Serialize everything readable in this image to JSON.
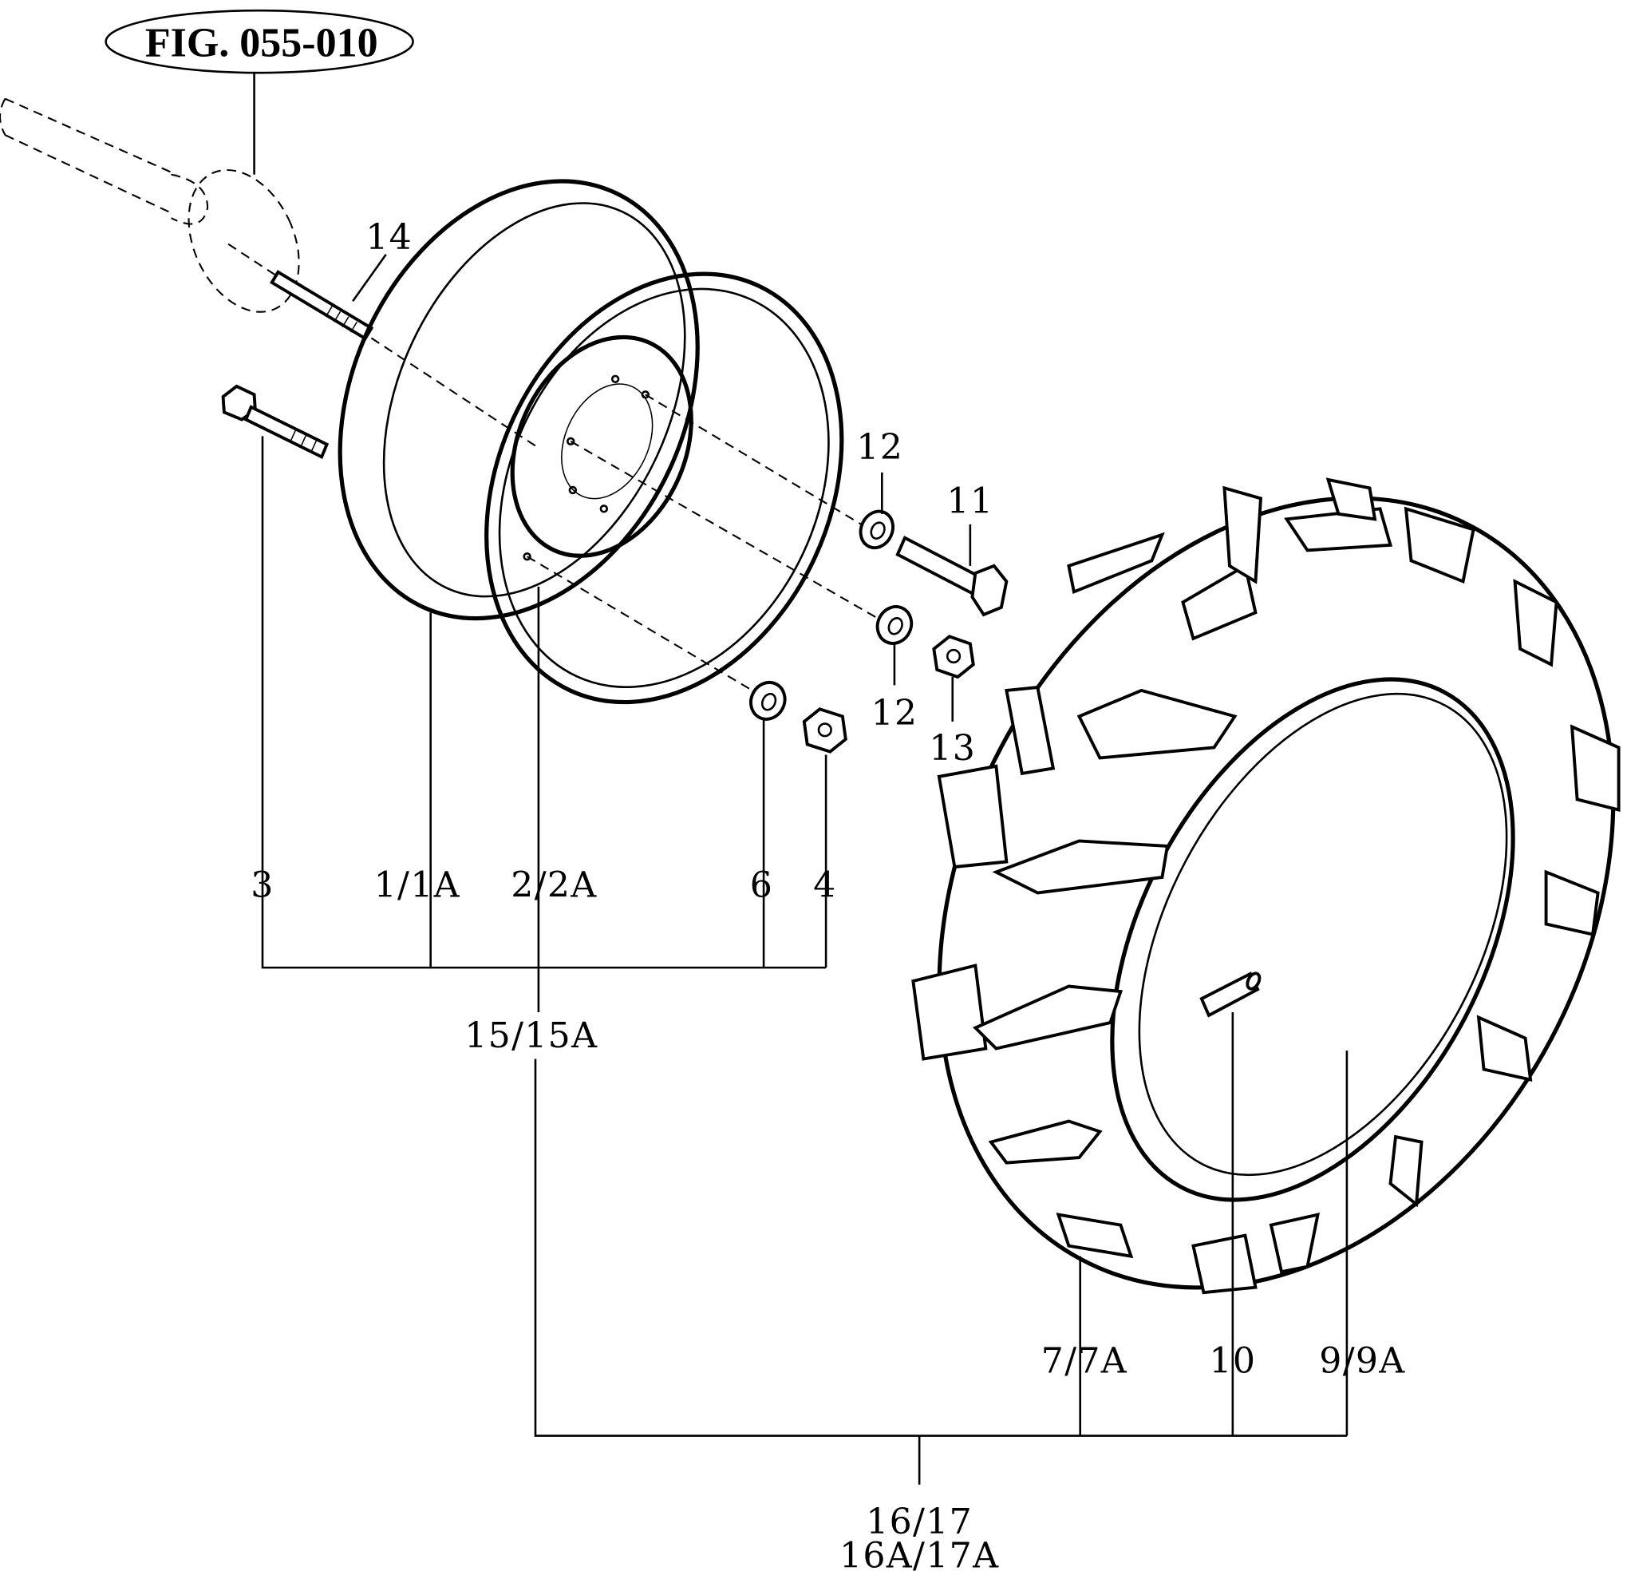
{
  "figure_ref": "FIG. 055-010",
  "callouts": {
    "c14": "14",
    "c3": "3",
    "c1": "1/1A",
    "c2": "2/2A",
    "c6": "6",
    "c4": "4",
    "c12a": "12",
    "c11": "11",
    "c12b": "12",
    "c13": "13",
    "c15": "15/15A",
    "c7": "7/7A",
    "c10": "10",
    "c9": "9/9A",
    "c16": "16/17",
    "c16a": "16A/17A"
  }
}
